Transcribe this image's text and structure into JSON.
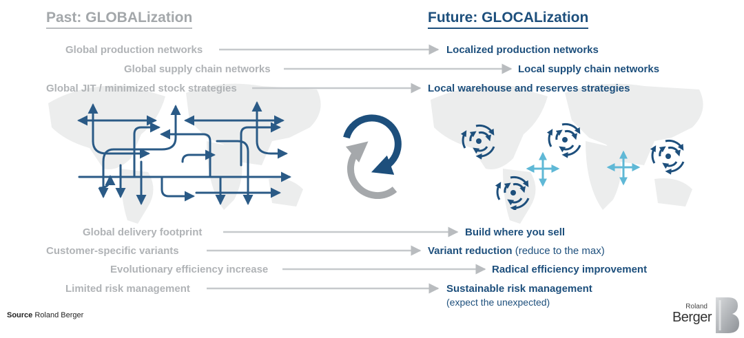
{
  "past_heading": "Past: GLOBALization",
  "future_heading": "Future: GLOCALization",
  "top_rows": [
    {
      "left": "Global production networks",
      "right": "Localized production networks"
    },
    {
      "left": "Global supply chain networks",
      "right": "Local supply chain networks"
    },
    {
      "left": "Global JIT / minimized stock strategies",
      "right": "Local warehouse  and reserves strategies"
    }
  ],
  "bottom_rows": [
    {
      "left": "Global delivery footprint",
      "right": "Build where you sell",
      "note": ""
    },
    {
      "left": "Customer-specific variants",
      "right": "Variant reduction",
      "note": " (reduce to the max)"
    },
    {
      "left": "Evolutionary efficiency increase",
      "right": "Radical efficiency improvement",
      "note": ""
    },
    {
      "left": "Limited risk management",
      "right": "Sustainable risk management",
      "note": "",
      "sub": "(expect the unexpected)"
    }
  ],
  "source_label": "Source",
  "source_value": " Roland Berger",
  "logo_line1": "Roland",
  "logo_line2": "Berger",
  "colors": {
    "navy": "#1d4f7c",
    "grey_text": "#b0b3b6",
    "light_blue": "#5fb8d6",
    "map": "#eceded",
    "cycle_grey": "#a5a8ab"
  },
  "icons": [
    "globe-map-icon",
    "network-arrows-icon",
    "cycle-arrows-icon",
    "swirl-icon",
    "four-way-arrow-icon",
    "brand-b-icon"
  ]
}
